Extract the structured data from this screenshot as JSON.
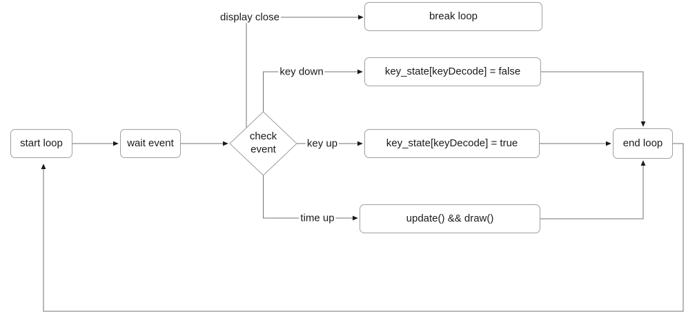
{
  "diagram": {
    "nodes": {
      "start_loop": {
        "label": "start loop"
      },
      "wait_event": {
        "label": "wait event"
      },
      "check_event": {
        "label": "check event"
      },
      "break_loop": {
        "label": "break loop"
      },
      "key_down_action": {
        "label": "key_state[keyDecode] = false"
      },
      "key_up_action": {
        "label": "key_state[keyDecode] = true"
      },
      "time_up_action": {
        "label": "update() && draw()"
      },
      "end_loop": {
        "label": "end loop"
      }
    },
    "edge_labels": {
      "display_close": "display close",
      "key_down": "key down",
      "key_up": "key up",
      "time_up": "time up"
    },
    "colors": {
      "background": "#ffffff",
      "node_border": "#9e9e9e",
      "connector": "#707070",
      "arrowhead": "#1a1a1a",
      "text": "#1a1a1a"
    }
  }
}
